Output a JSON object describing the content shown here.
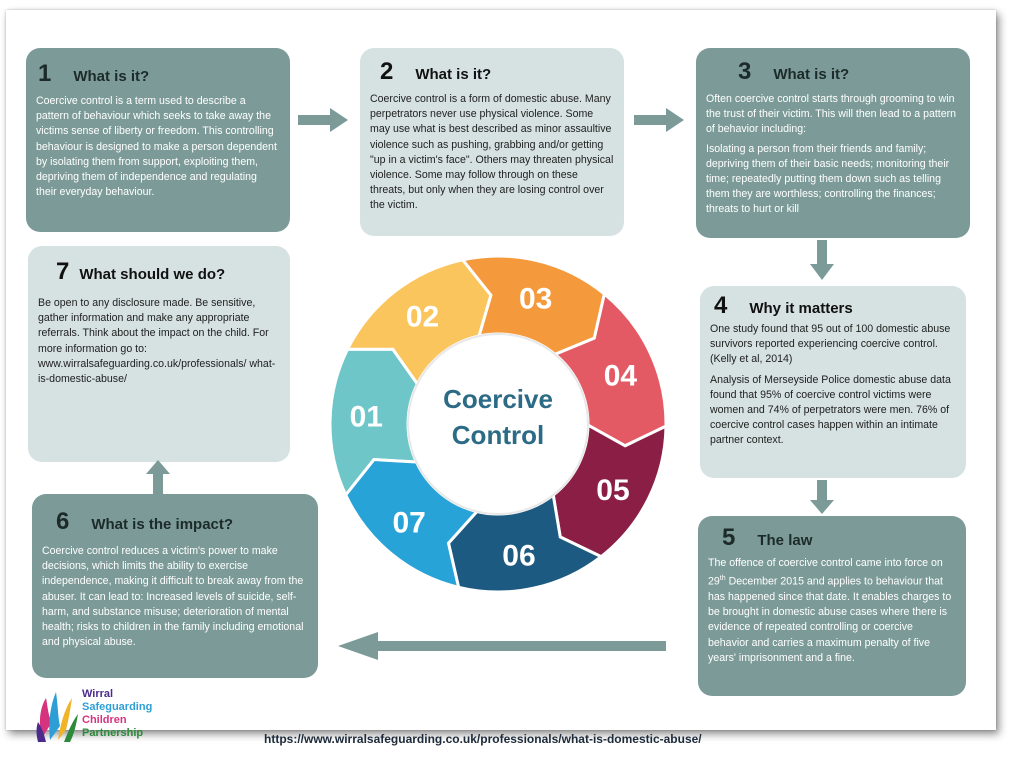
{
  "center": {
    "line1": "Coercive",
    "line2": "Control"
  },
  "segments": [
    "01",
    "02",
    "03",
    "04",
    "05",
    "06",
    "07"
  ],
  "colors": {
    "dark_box": "#7c9b98",
    "light_box": "#d6e2e1",
    "arrow": "#7c9b98",
    "seg01": "#6ec6c9",
    "seg02": "#fbc55d",
    "seg03": "#f59a3c",
    "seg04": "#e35a64",
    "seg05": "#8a1e45",
    "seg06": "#1d5a82",
    "seg07": "#28a3d8"
  },
  "boxes": {
    "box1": {
      "number": "1",
      "title": "What is it?",
      "paragraphs": [
        "Coercive control is a term used to describe a pattern of behaviour which seeks to take away the victims sense of liberty or freedom. This controlling behaviour is designed to make a person dependent by isolating them from support, exploiting them, depriving them of independence and regulating their everyday behaviour."
      ]
    },
    "box2": {
      "number": "2",
      "title": "What is it?",
      "paragraphs": [
        "Coercive control is a form of domestic abuse. Many perpetrators never use physical violence. Some may use what is best described as minor assaultive violence such as pushing, grabbing and/or getting \"up in a victim's face\". Others may threaten physical violence. Some may follow through on these threats, but only when they are losing control over the victim."
      ]
    },
    "box3": {
      "number": "3",
      "title": "What is it?",
      "paragraphs": [
        "Often coercive control starts through grooming to win the trust of their victim. This will then lead to a pattern of behavior including:",
        "Isolating a person from their friends and family; depriving them of their basic needs; monitoring their time; repeatedly putting them down such as telling them they are worthless; controlling the finances; threats to hurt or kill"
      ]
    },
    "box4": {
      "number": "4",
      "title": "Why it matters",
      "paragraphs": [
        "One study found that 95 out of 100 domestic abuse survivors reported experiencing coercive control. (Kelly et al, 2014)",
        "Analysis of Merseyside Police domestic abuse data found that 95% of coercive control victims were women and 74% of perpetrators were men. 76% of coercive control cases happen within an intimate partner context."
      ]
    },
    "box5": {
      "number": "5",
      "title": "The law",
      "paragraphs": [
        "The offence of coercive control came into force on 29th December 2015 and applies to behaviour that has happened since that date. It enables charges to be brought in domestic abuse cases where there is evidence of repeated controlling or coercive behavior and carries a maximum penalty of five years' imprisonment and a fine."
      ]
    },
    "box6": {
      "number": "6",
      "title": "What is the impact?",
      "paragraphs": [
        "Coercive control reduces a victim's power to make decisions, which limits the ability to exercise independence, making it difficult to break away from the abuser. It can lead to: Increased levels of suicide, self-harm, and substance misuse; deterioration of mental health; risks to children in the family including  emotional and physical abuse."
      ]
    },
    "box7": {
      "number": "7",
      "title": "What should we do?",
      "paragraphs": [
        "Be open to any disclosure made. Be sensitive, gather information and make any appropriate referrals. Think about the impact on the child. For more information go to: www.wirralsafeguarding.co.uk/professionals/ what-is-domestic-abuse/"
      ]
    }
  },
  "logo": {
    "line1": "Wirral",
    "line2": "Safeguarding",
    "line3": "Children",
    "line4": "Partnership",
    "color1": "#4a2b8c",
    "color2": "#2e9fd6",
    "color3": "#d6337f",
    "color4": "#2c8a3a"
  },
  "footer_url": "https://www.wirralsafeguarding.co.uk/professionals/what-is-domestic-abuse/"
}
